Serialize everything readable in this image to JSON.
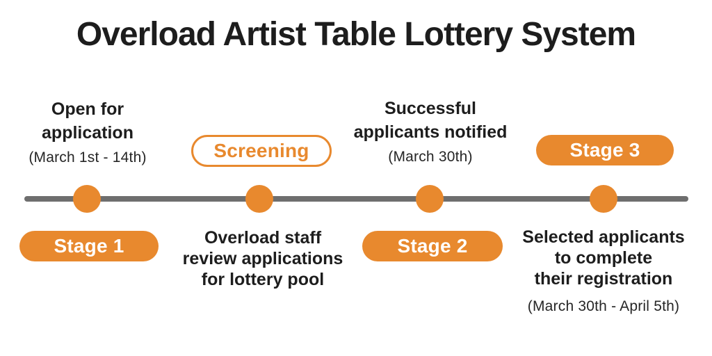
{
  "title": "Overload Artist Table Lottery System",
  "colors": {
    "accent_orange": "#E8892E",
    "line_gray": "#6E6E6E",
    "text_black": "#1D1D1D",
    "pill_text_white": "#FFFFFF"
  },
  "milestones": [
    {
      "name": "stage-1",
      "heading_lines": [
        "Open for",
        "application"
      ],
      "date": "(March 1st - 14th)",
      "pill": "Stage 1"
    },
    {
      "name": "screening",
      "pill": "Screening",
      "description_lines": [
        "Overload staff",
        "review applications",
        "for lottery pool"
      ]
    },
    {
      "name": "stage-2",
      "heading_lines": [
        "Successful",
        "applicants notified"
      ],
      "date": "(March 30th)",
      "pill": "Stage 2"
    },
    {
      "name": "stage-3",
      "pill": "Stage 3",
      "description_lines": [
        "Selected applicants",
        "to complete",
        "their registration"
      ],
      "date": "(March 30th - April 5th)"
    }
  ]
}
